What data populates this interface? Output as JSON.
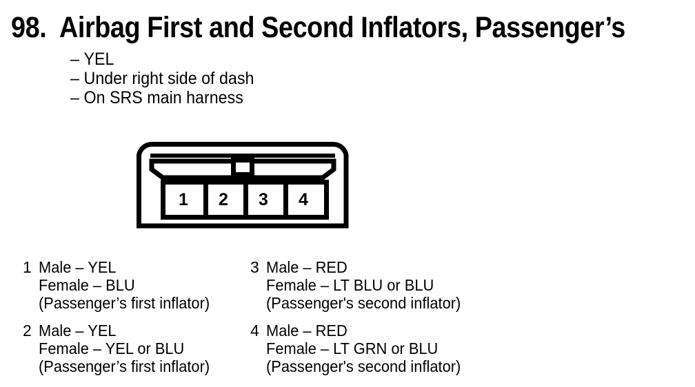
{
  "title": {
    "number": "98.",
    "text": "Airbag First and Second Inflators, Passenger’s"
  },
  "bullets": [
    {
      "dash": "–",
      "text": "YEL"
    },
    {
      "dash": "–",
      "text": "Under right side of dash"
    },
    {
      "dash": "–",
      "text": "On SRS main harness"
    }
  ],
  "connector": {
    "cavities": [
      {
        "label": "1"
      },
      {
        "label": "2"
      },
      {
        "label": "3"
      },
      {
        "label": "4"
      }
    ],
    "stroke_color": "#000000",
    "fill_color": "#ffffff"
  },
  "legend": {
    "left_column": [
      {
        "number": "1",
        "lines": [
          "Male – YEL",
          "Female – BLU",
          "(Passenger’s first inflator)"
        ]
      },
      {
        "number": "2",
        "lines": [
          "Male – YEL",
          "Female – YEL or BLU",
          "(Passenger’s first inflator)"
        ]
      }
    ],
    "right_column": [
      {
        "number": "3",
        "lines": [
          "Male – RED",
          "Female – LT BLU or BLU",
          "(Passenger's second inflator)"
        ]
      },
      {
        "number": "4",
        "lines": [
          "Male – RED",
          "Female – LT GRN or BLU",
          "(Passenger's second inflator)"
        ]
      }
    ]
  }
}
